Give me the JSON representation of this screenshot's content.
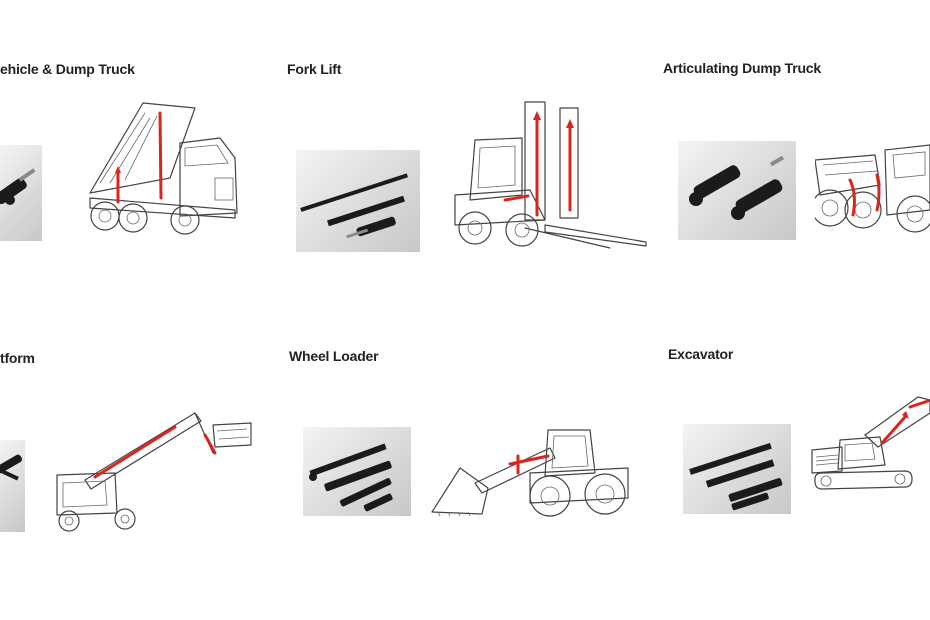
{
  "sections": [
    {
      "title": "ehicle & Dump Truck"
    },
    {
      "title": "Fork Lift"
    },
    {
      "title": "Articulating Dump Truck"
    },
    {
      "title": "tform"
    },
    {
      "title": "Wheel Loader"
    },
    {
      "title": "Excavator"
    }
  ],
  "colors": {
    "background": "#ffffff",
    "title": "#222222",
    "cylinder_highlight": "#d9261c",
    "line_art": "#444444"
  }
}
